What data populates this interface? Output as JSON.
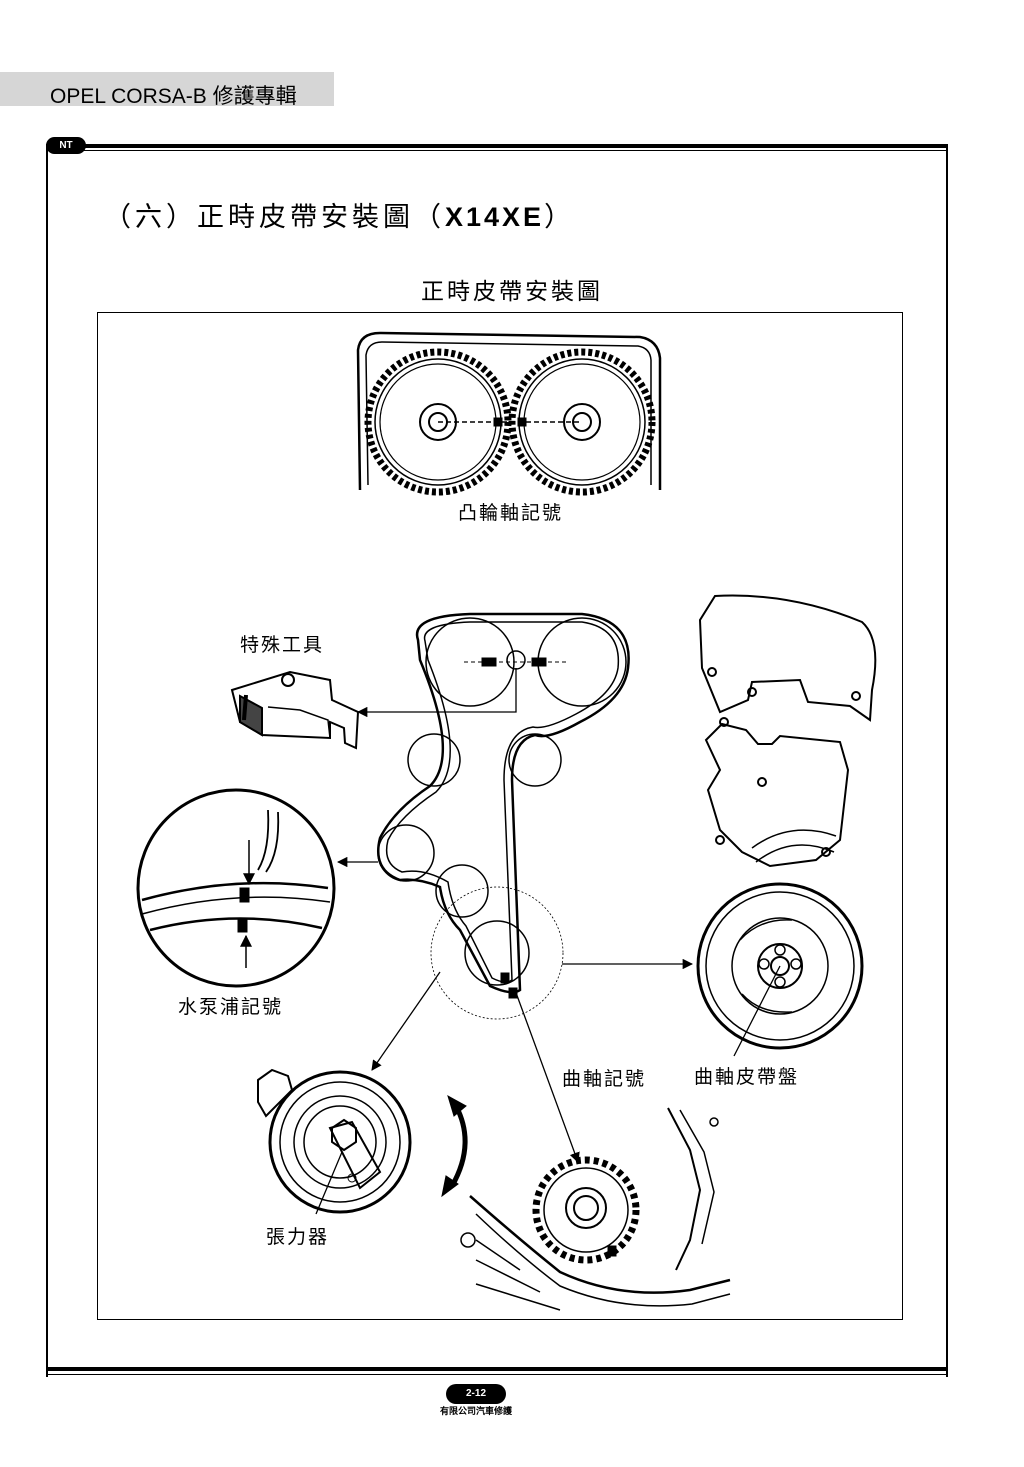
{
  "header": {
    "title": "OPEL CORSA-B 修護專輯",
    "badge": "NT"
  },
  "section": {
    "title_prefix": "（六）正時皮帶安裝圖（",
    "title_model": "X14XE",
    "title_suffix": "）"
  },
  "diagram": {
    "title": "正時皮帶安裝圖",
    "labels": {
      "camshaft_mark": "凸輪軸記號",
      "special_tool": "特殊工具",
      "water_pump_mark": "水泵浦記號",
      "crankshaft_mark": "曲軸記號",
      "crankshaft_pulley": "曲軸皮帶盤",
      "tensioner": "張力器"
    }
  },
  "footer": {
    "page_number": "2-12",
    "publisher": "有限公司汽車修護"
  }
}
